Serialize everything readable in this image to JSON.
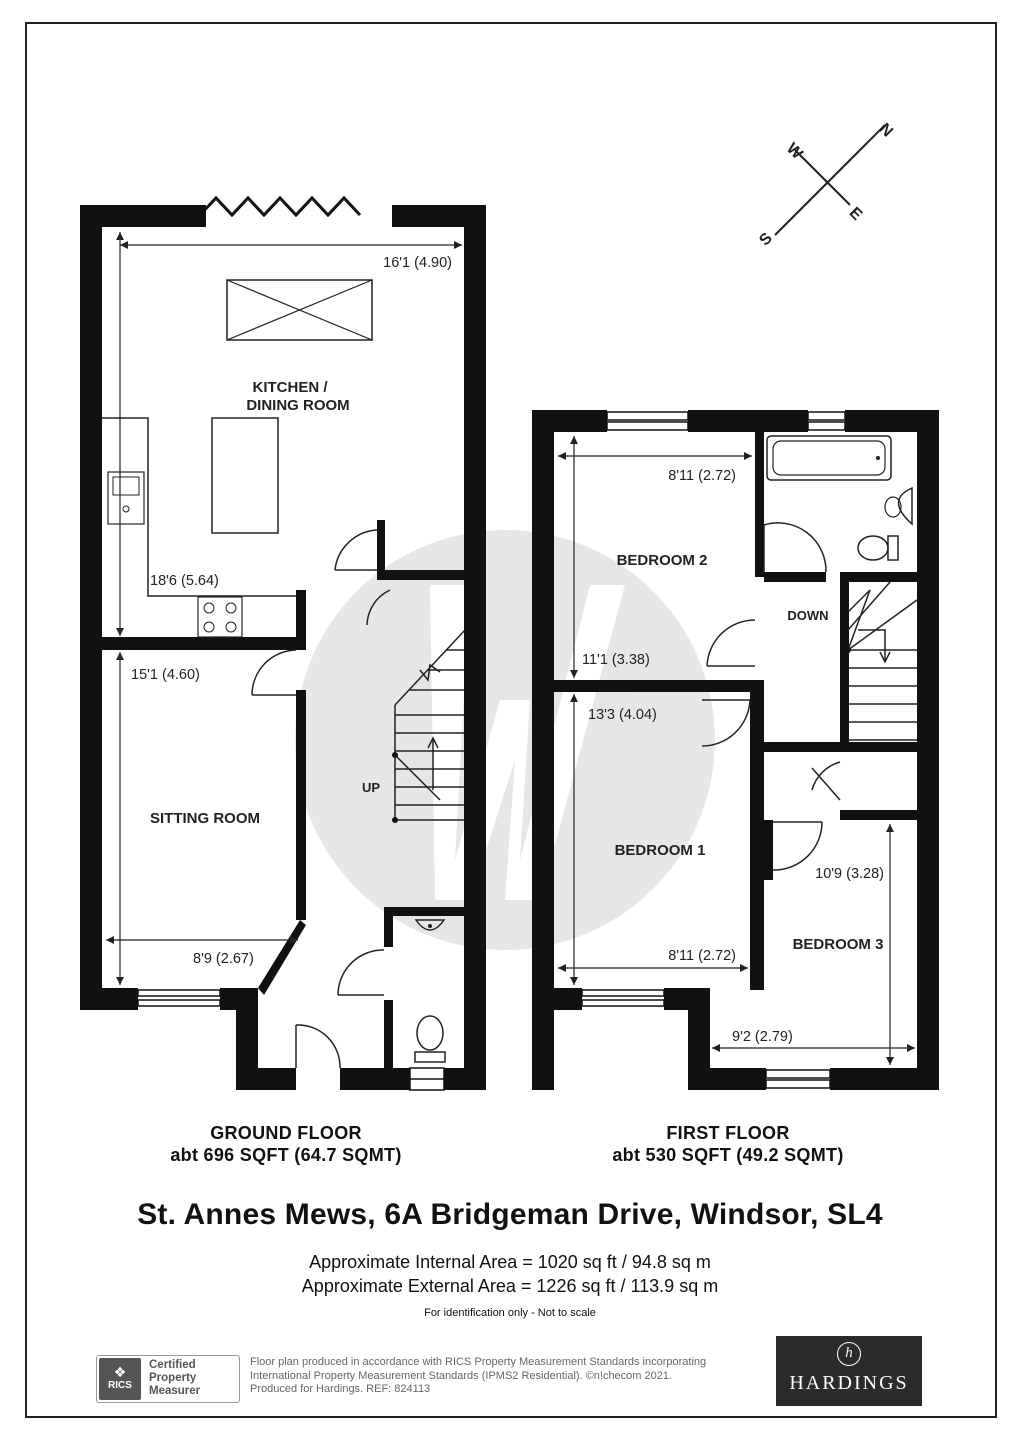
{
  "compass": {
    "n": "N",
    "e": "E",
    "s": "S",
    "w": "W"
  },
  "ground_floor": {
    "rooms": {
      "kitchen_line1": "KITCHEN /",
      "kitchen_line2": "DINING ROOM",
      "sitting": "SITTING ROOM"
    },
    "dims": {
      "kitchen_width": "16'1 (4.90)",
      "kitchen_length": "18'6 (5.64)",
      "sitting_length": "15'1 (4.60)",
      "sitting_width": "8'9 (2.67)"
    },
    "stairs": "UP",
    "title": "GROUND FLOOR",
    "area": "abt 696 SQFT (64.7 SQMT)"
  },
  "first_floor": {
    "rooms": {
      "bedroom2": "BEDROOM 2",
      "bedroom1": "BEDROOM 1",
      "bedroom3": "BEDROOM 3"
    },
    "dims": {
      "b2_width": "8'11 (2.72)",
      "b2_length": "11'1 (3.38)",
      "b1_length": "13'3 (4.04)",
      "b1_width": "8'11 (2.72)",
      "b3_length": "10'9 (3.28)",
      "b3_width": "9'2 (2.79)"
    },
    "stairs": "DOWN",
    "title": "FIRST FLOOR",
    "area": "abt 530 SQFT (49.2 SQMT)"
  },
  "address": "St. Annes Mews, 6A Bridgeman Drive, Windsor, SL4",
  "internal_area": "Approximate Internal Area = 1020 sq ft / 94.8 sq m",
  "external_area": "Approximate External Area = 1226 sq ft / 113.9 sq m",
  "scale_note": "For identification only - Not to scale",
  "rics": {
    "logo_text": "RICS",
    "line1": "Certified",
    "line2": "Property",
    "line3": "Measurer"
  },
  "legal": {
    "line1": "Floor plan produced in accordance with RICS Property Measurement Standards incorporating",
    "line2": "International Property Measurement Standards (IPMS2 Residential).  ©n!checom 2021.",
    "line3": "Produced for Hardings.   REF:  824113"
  },
  "agent": {
    "mark": "h",
    "name": "HARDINGS"
  }
}
